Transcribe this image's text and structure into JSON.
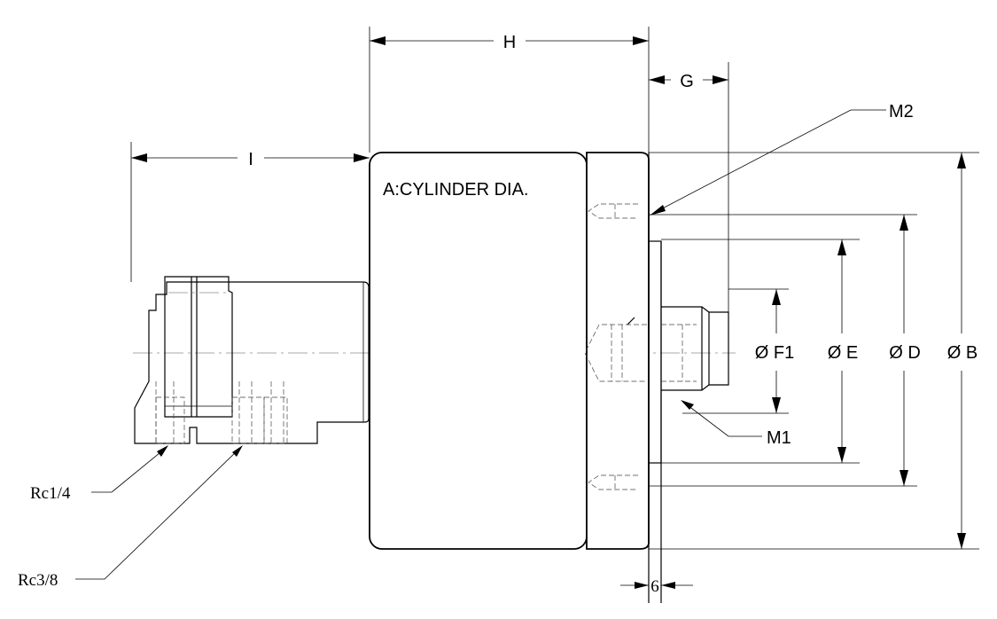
{
  "labels": {
    "H": "H",
    "G": "G",
    "I": "I",
    "M2": "M2",
    "M1": "M1",
    "cylinder": "A:CYLINDER DIA.",
    "F1": "Ø F1",
    "E": "Ø E",
    "D": "Ø D",
    "B": "Ø B",
    "rc14": "Rc1/4",
    "rc38": "Rc3/8",
    "six": "6"
  }
}
